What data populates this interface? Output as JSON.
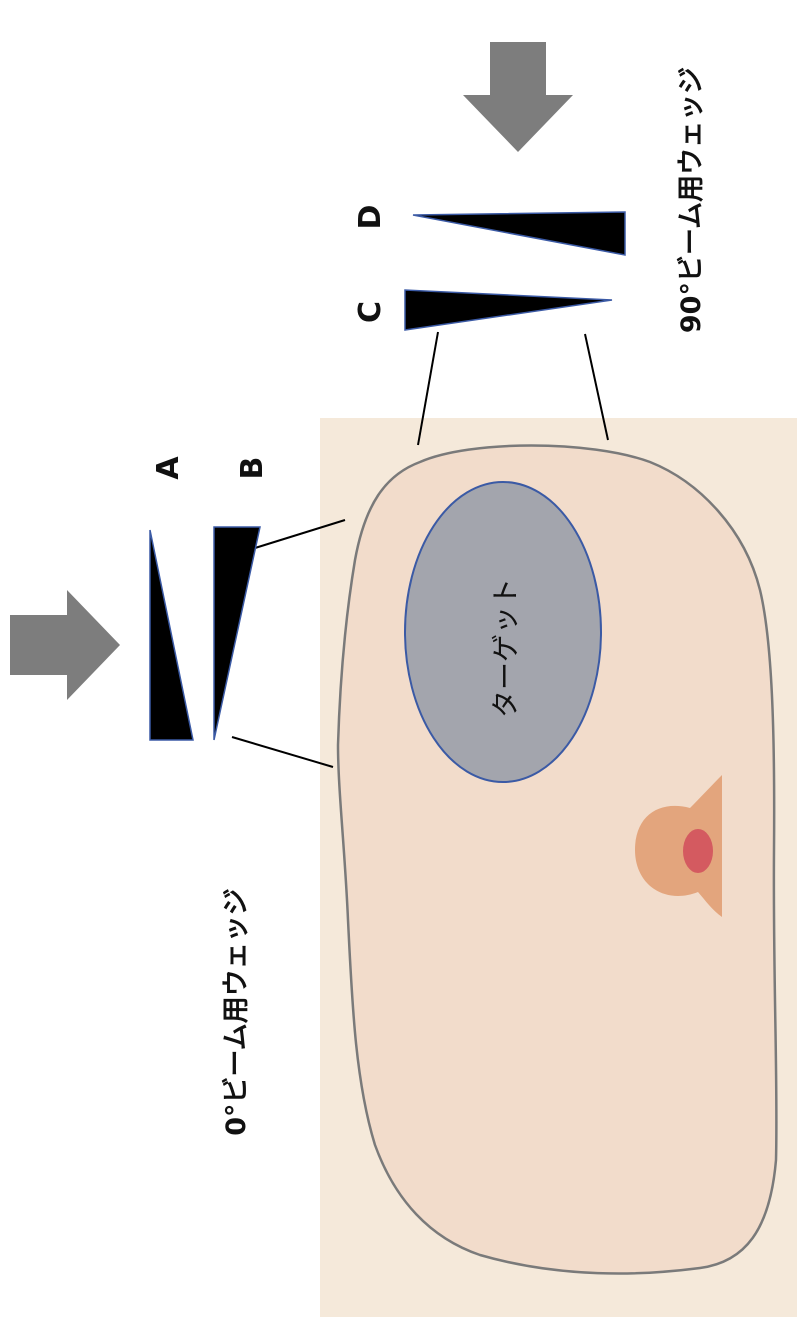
{
  "labels": {
    "wedge_a": "A",
    "wedge_b": "B",
    "wedge_c": "C",
    "wedge_d": "D",
    "beam_0": "0°ビーム用ウェッジ",
    "beam_90": "90°ビーム用ウェッジ",
    "target": "ターゲット"
  },
  "colors": {
    "body": "#f2dccb",
    "body_outline": "#7a7a7a",
    "target_fill": "#a3a5ad",
    "target_outline": "#3b5aa5",
    "arrow": "#7d7d7d",
    "wedge": "#000000",
    "wedge_edge": "#3b5aa5",
    "nipple_outer": "#e3a57d",
    "nipple_inner": "#d45a60"
  },
  "icons": {
    "beam_arrow_0": "arrow-right-icon",
    "beam_arrow_90": "arrow-down-icon"
  }
}
